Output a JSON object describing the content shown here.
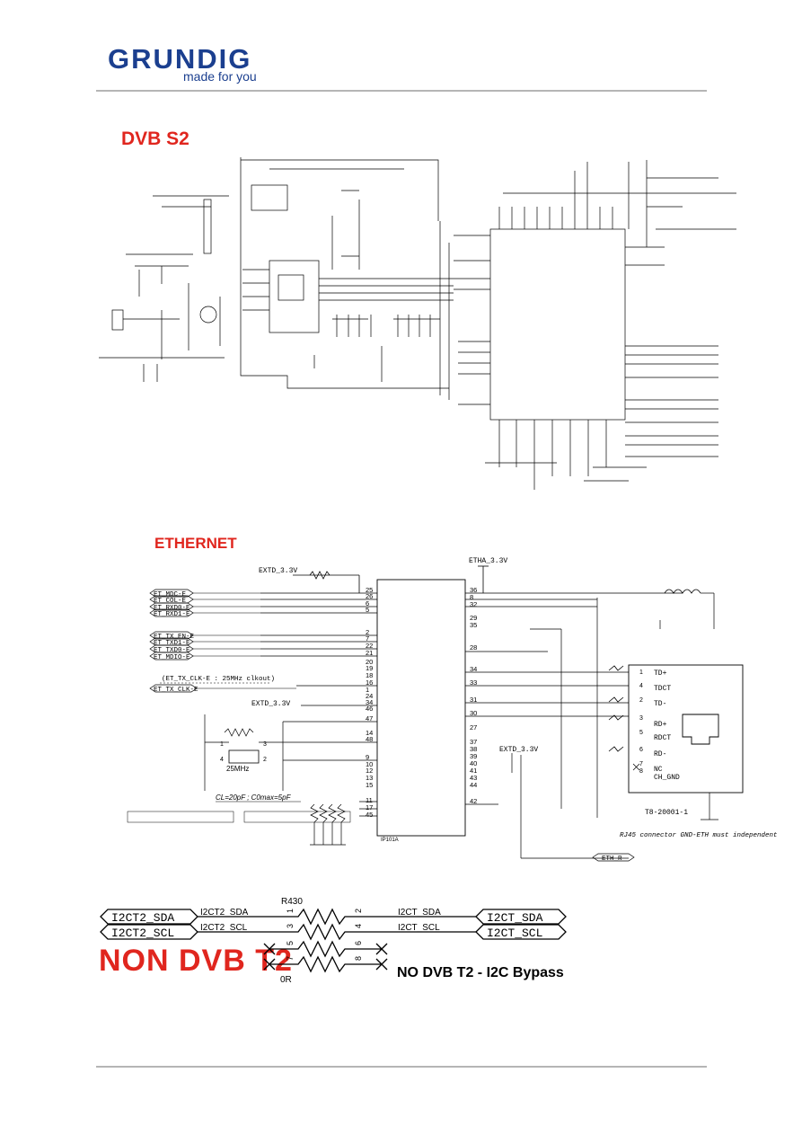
{
  "header": {
    "brand": "GRUNDIG",
    "tagline": "made for you",
    "brand_color": "#1b3f8f"
  },
  "sections": {
    "dvb_s2": "DVB S2",
    "ethernet": "ETHERNET",
    "non_dvb_t2": "NON DVB T2",
    "title_color": "#e0261e"
  },
  "ethernet": {
    "supply_left": "EXTD_3.3V",
    "supply_top": "ETHA_3.3V",
    "supply_mid": "EXTD_3.3V",
    "supply_lower": "EXTD_3.3V",
    "left_nets": [
      "ET_MDC-E",
      "ET_COL-E",
      "ET_RXD0-E",
      "ET_RXD1-E",
      "ET_TX_EN-E",
      "ET_TXD1-E",
      "ET_TXD0-E",
      "ET_MDIO-E"
    ],
    "clk_note": "(ET_TX_CLK-E : 25MHz clkout)",
    "clk_net": "ET_TX_CLK-E",
    "chip": "IP101A",
    "crystal": "25MHz",
    "cap_formula": "CL=20pF ; C0max=5pF",
    "connector_pins": [
      "TD+",
      "TDCT",
      "TD-",
      "RD+",
      "RDCT",
      "RD-",
      "NC",
      "CH_GND"
    ],
    "connector_part": "T8-20001-1",
    "connector_note": "RJ45 connector GND-ETH must independent",
    "eth_r": "ETH_R"
  },
  "i2c": {
    "left_nets": [
      "I2CT2_SDA",
      "I2CT2_SCL"
    ],
    "right_nets": [
      "I2CT_SDA",
      "I2CT_SCL"
    ],
    "resistor": "R430",
    "value": "0R",
    "bypass_note": "NO DVB T2 - I2C Bypass"
  }
}
